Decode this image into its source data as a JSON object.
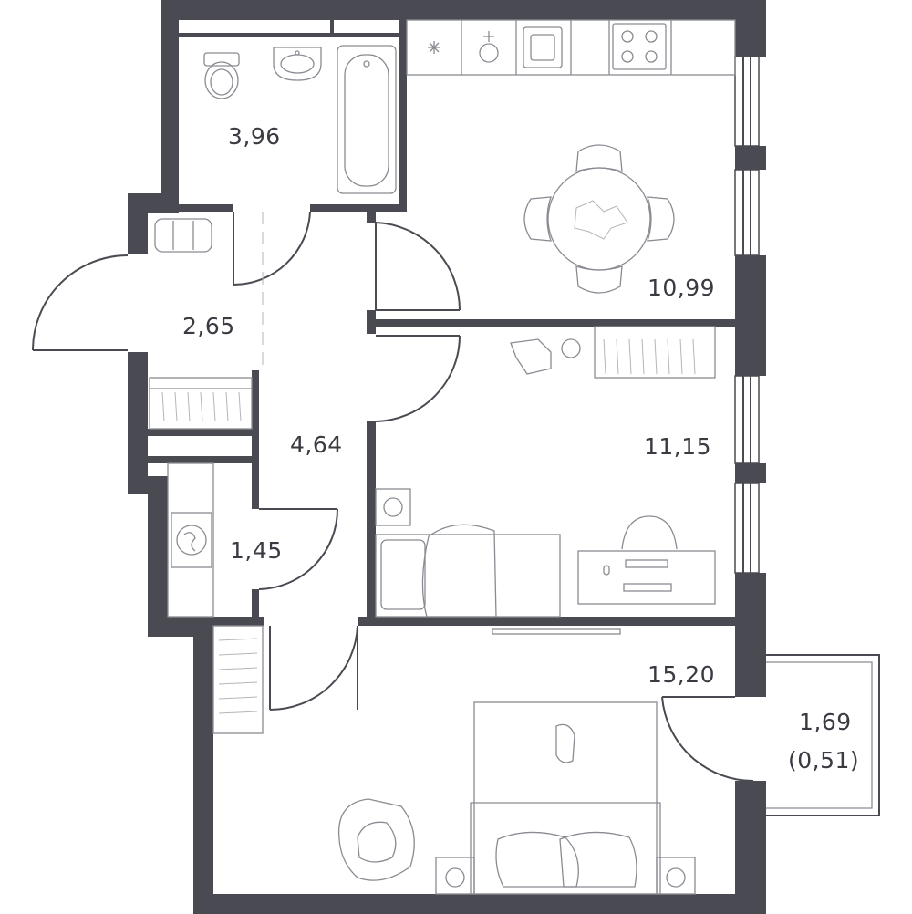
{
  "rooms": [
    {
      "id": "bathroom",
      "area": "3,96"
    },
    {
      "id": "kitchen",
      "area": "10,99"
    },
    {
      "id": "entry-hall",
      "area": "2,65"
    },
    {
      "id": "corridor",
      "area": "4,64"
    },
    {
      "id": "laundry",
      "area": "1,45"
    },
    {
      "id": "bedroom-small",
      "area": "11,15"
    },
    {
      "id": "bedroom-large",
      "area": "15,20"
    },
    {
      "id": "balcony",
      "area": "1,69",
      "reduced_area": "(0,51)"
    }
  ],
  "colors": {
    "wall": "#4a4b52",
    "furniture": "#8a8b92",
    "background": "#ffffff"
  }
}
